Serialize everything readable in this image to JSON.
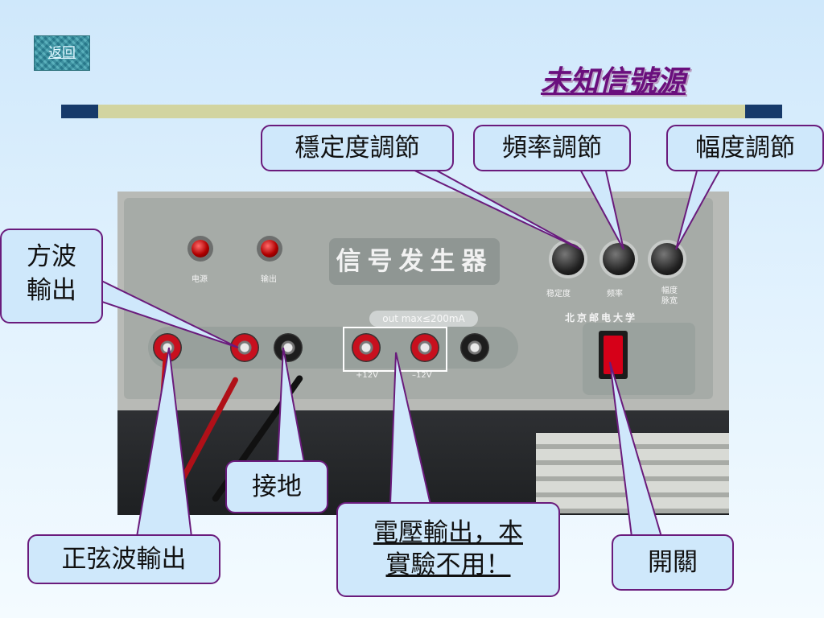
{
  "nav": {
    "back_label": "返回"
  },
  "slide": {
    "title": "未知信號源"
  },
  "device": {
    "led_power_label": "电源",
    "led_output_label": "输出",
    "name": "信号发生器",
    "rating": "out max≤200mA",
    "maker": "北京邮电大学",
    "knob_stability_label": "稳定度",
    "knob_frequency_label": "频率",
    "knob_amplitude_label": "幅度",
    "knob_pulse_label": "脉宽",
    "jack_plus12_label": "+12V",
    "jack_minus12_label": "–12V"
  },
  "callouts": {
    "stability": "穩定度調節",
    "frequency": "頻率調節",
    "amplitude": "幅度調節",
    "square_line1": "方波",
    "square_line2": "輸出",
    "ground": "接地",
    "voltage_line1": "電壓輸出，本",
    "voltage_line2": "實驗不用！",
    "sine": "正弦波輸出",
    "switch": "開關"
  },
  "colors": {
    "accent": "#6a0f7d",
    "callout_fill": "#cfe8fb",
    "bar_light": "#d2d4a0",
    "bar_dark": "#173a6a"
  }
}
